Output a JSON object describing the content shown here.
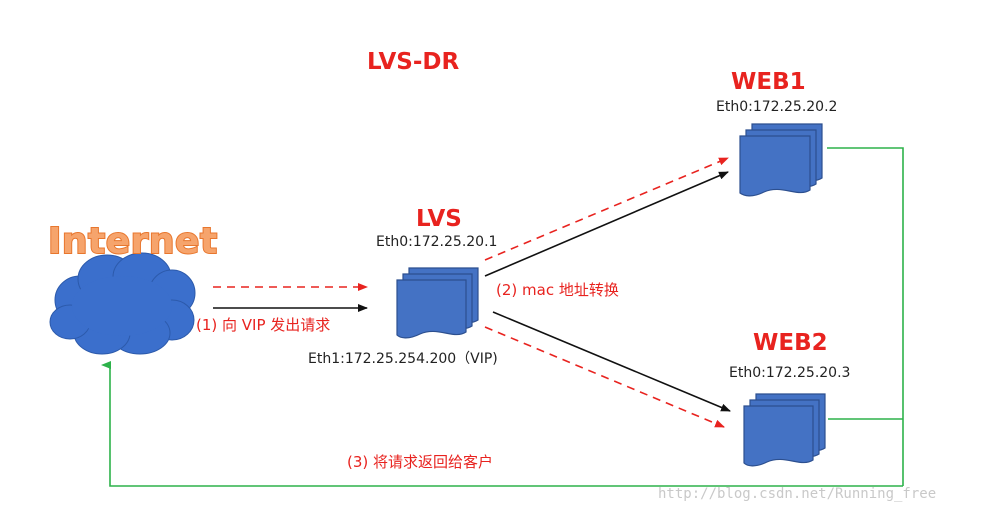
{
  "title": "LVS-DR",
  "internet_label": "Internet",
  "lvs": {
    "label": "LVS",
    "eth0": "Eth0:172.25.20.1",
    "eth1": "Eth1:172.25.254.200（VIP)"
  },
  "web1": {
    "label": "WEB1",
    "eth0": "Eth0:172.25.20.2"
  },
  "web2": {
    "label": "WEB2",
    "eth0": "Eth0:172.25.20.3"
  },
  "steps": {
    "step1": "(1) 向 VIP 发出请求",
    "step2": "(2) mac 地址转换",
    "step3": "(3) 将请求返回给客户"
  },
  "watermark": "http://blog.csdn.net/Running_free",
  "colors": {
    "red_text": "#e8231f",
    "internet_text": "#f6a46c",
    "server_blue": "#4472c4",
    "cloud_blue": "#3b6fcc",
    "return_line": "#2db24a",
    "request_arrow": "#111111",
    "dashed_arrow": "#e8231f"
  },
  "icons": {
    "cloud": "cloud-icon",
    "server": "document-stack-icon"
  }
}
